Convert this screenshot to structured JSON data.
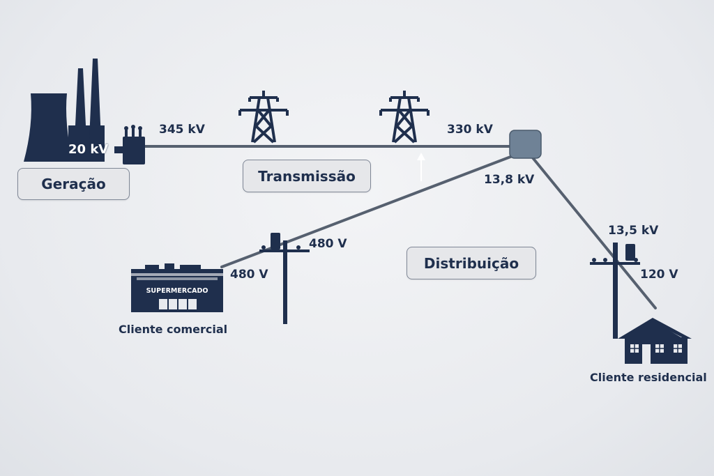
{
  "stages": {
    "generation": "Geração",
    "transmission": "Transmissão",
    "distribution": "Distribuição"
  },
  "voltages": {
    "generator": "20 kV",
    "step_up": "345 kV",
    "substation_in": "330 kV",
    "distribution_feeder": "13,8 kV",
    "commercial_pole": "480 V",
    "commercial_service": "480 V",
    "residential_pole": "13,5 kV",
    "residential_service": "120 V"
  },
  "customers": {
    "commercial": "Cliente comercial",
    "residential": "Cliente residencial",
    "store_sign": "SUPERMERCADO"
  },
  "icons": [
    "power-plant-icon",
    "transformer-icon",
    "transmission-tower-icon",
    "substation-icon",
    "utility-pole-icon",
    "supermarket-icon",
    "house-icon"
  ],
  "colors": {
    "dark_navy": "#1f2f4d",
    "line_gray": "#56606f",
    "substation_fill": "#6f8296"
  }
}
